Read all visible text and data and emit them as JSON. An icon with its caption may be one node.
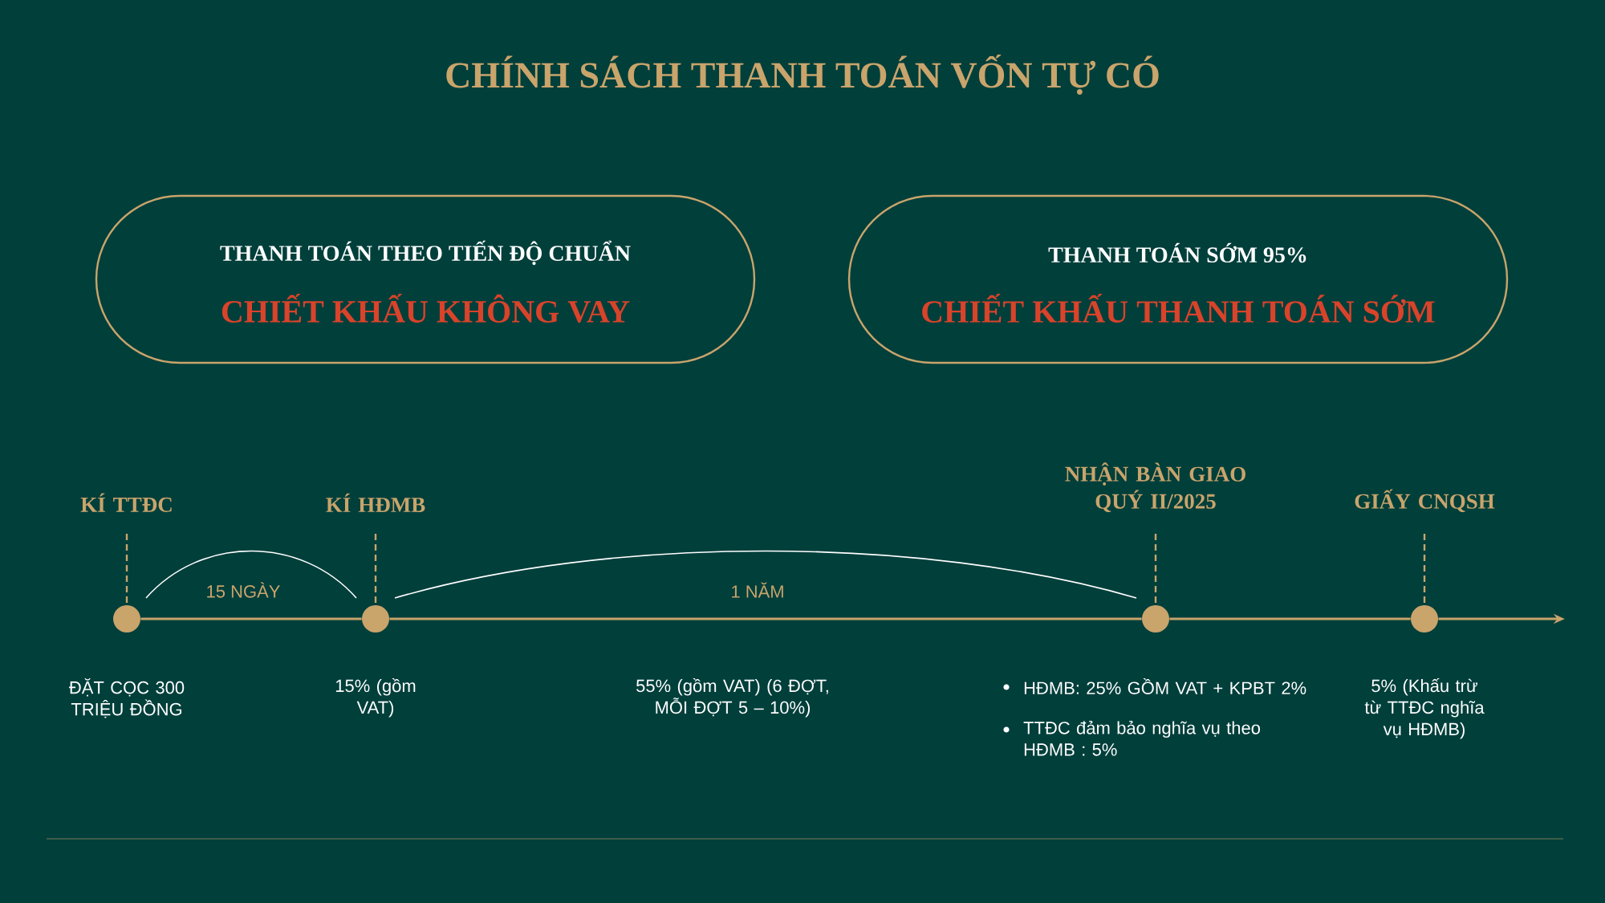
{
  "diagram": {
    "title": "CHÍNH SÁCH THANH TOÁN VỐN TỰ CÓ",
    "nodes": [
      {
        "text": [
          "THANH TOÁN THEO TIẾN ĐỘ CHUẨN",
          "CHIẾT KHẤU KHÔNG VAY"
        ]
      },
      {
        "text": [
          "THANH TOÁN SỚM 95%",
          "CHIẾT KHẤU THANH TOÁN SỚM"
        ]
      },
      {
        "text": [
          "KÍ TTĐC"
        ],
        "beside": [
          "ĐẶT CỌC 300 TRIỆU ĐỒNG"
        ]
      },
      {
        "text": [
          "KÍ HĐMB"
        ],
        "beside": [
          "15% (gồm VAT)"
        ]
      },
      {
        "text": [
          "NHẬN BÀN GIAO QUÝ II/2025"
        ],
        "beside": [
          "HĐMB: 25% GỒM VAT + KPBT 2%",
          "TTĐC đảm bảo nghĩa vụ theo HĐMB : 5%"
        ]
      },
      {
        "text": [
          "GIẤY CNQSH"
        ],
        "beside": [
          "5% (Khấu trừ từ TTĐC nghĩa vụ HĐMB)"
        ]
      }
    ],
    "edges": [
      {
        "from": 2,
        "to": 3,
        "arrow": "none"
      },
      {
        "from": 3,
        "to": 4,
        "arrow": "none"
      },
      {
        "from": 4,
        "to": 5,
        "arrow": "none"
      },
      {
        "from": 5,
        "to": null,
        "arrow": "to"
      },
      {
        "from": 2,
        "to": 3,
        "arrow": "none",
        "label": "15 NGÀY",
        "color": "#ffffff"
      },
      {
        "from": 3,
        "to": 4,
        "arrow": "none",
        "label": "1 NĂM",
        "color": "#ffffff"
      }
    ],
    "labels": [
      "55% (gồm VAT) (6 ĐỢT, MỖI ĐỢT 5 – 10%)"
    ]
  }
}
